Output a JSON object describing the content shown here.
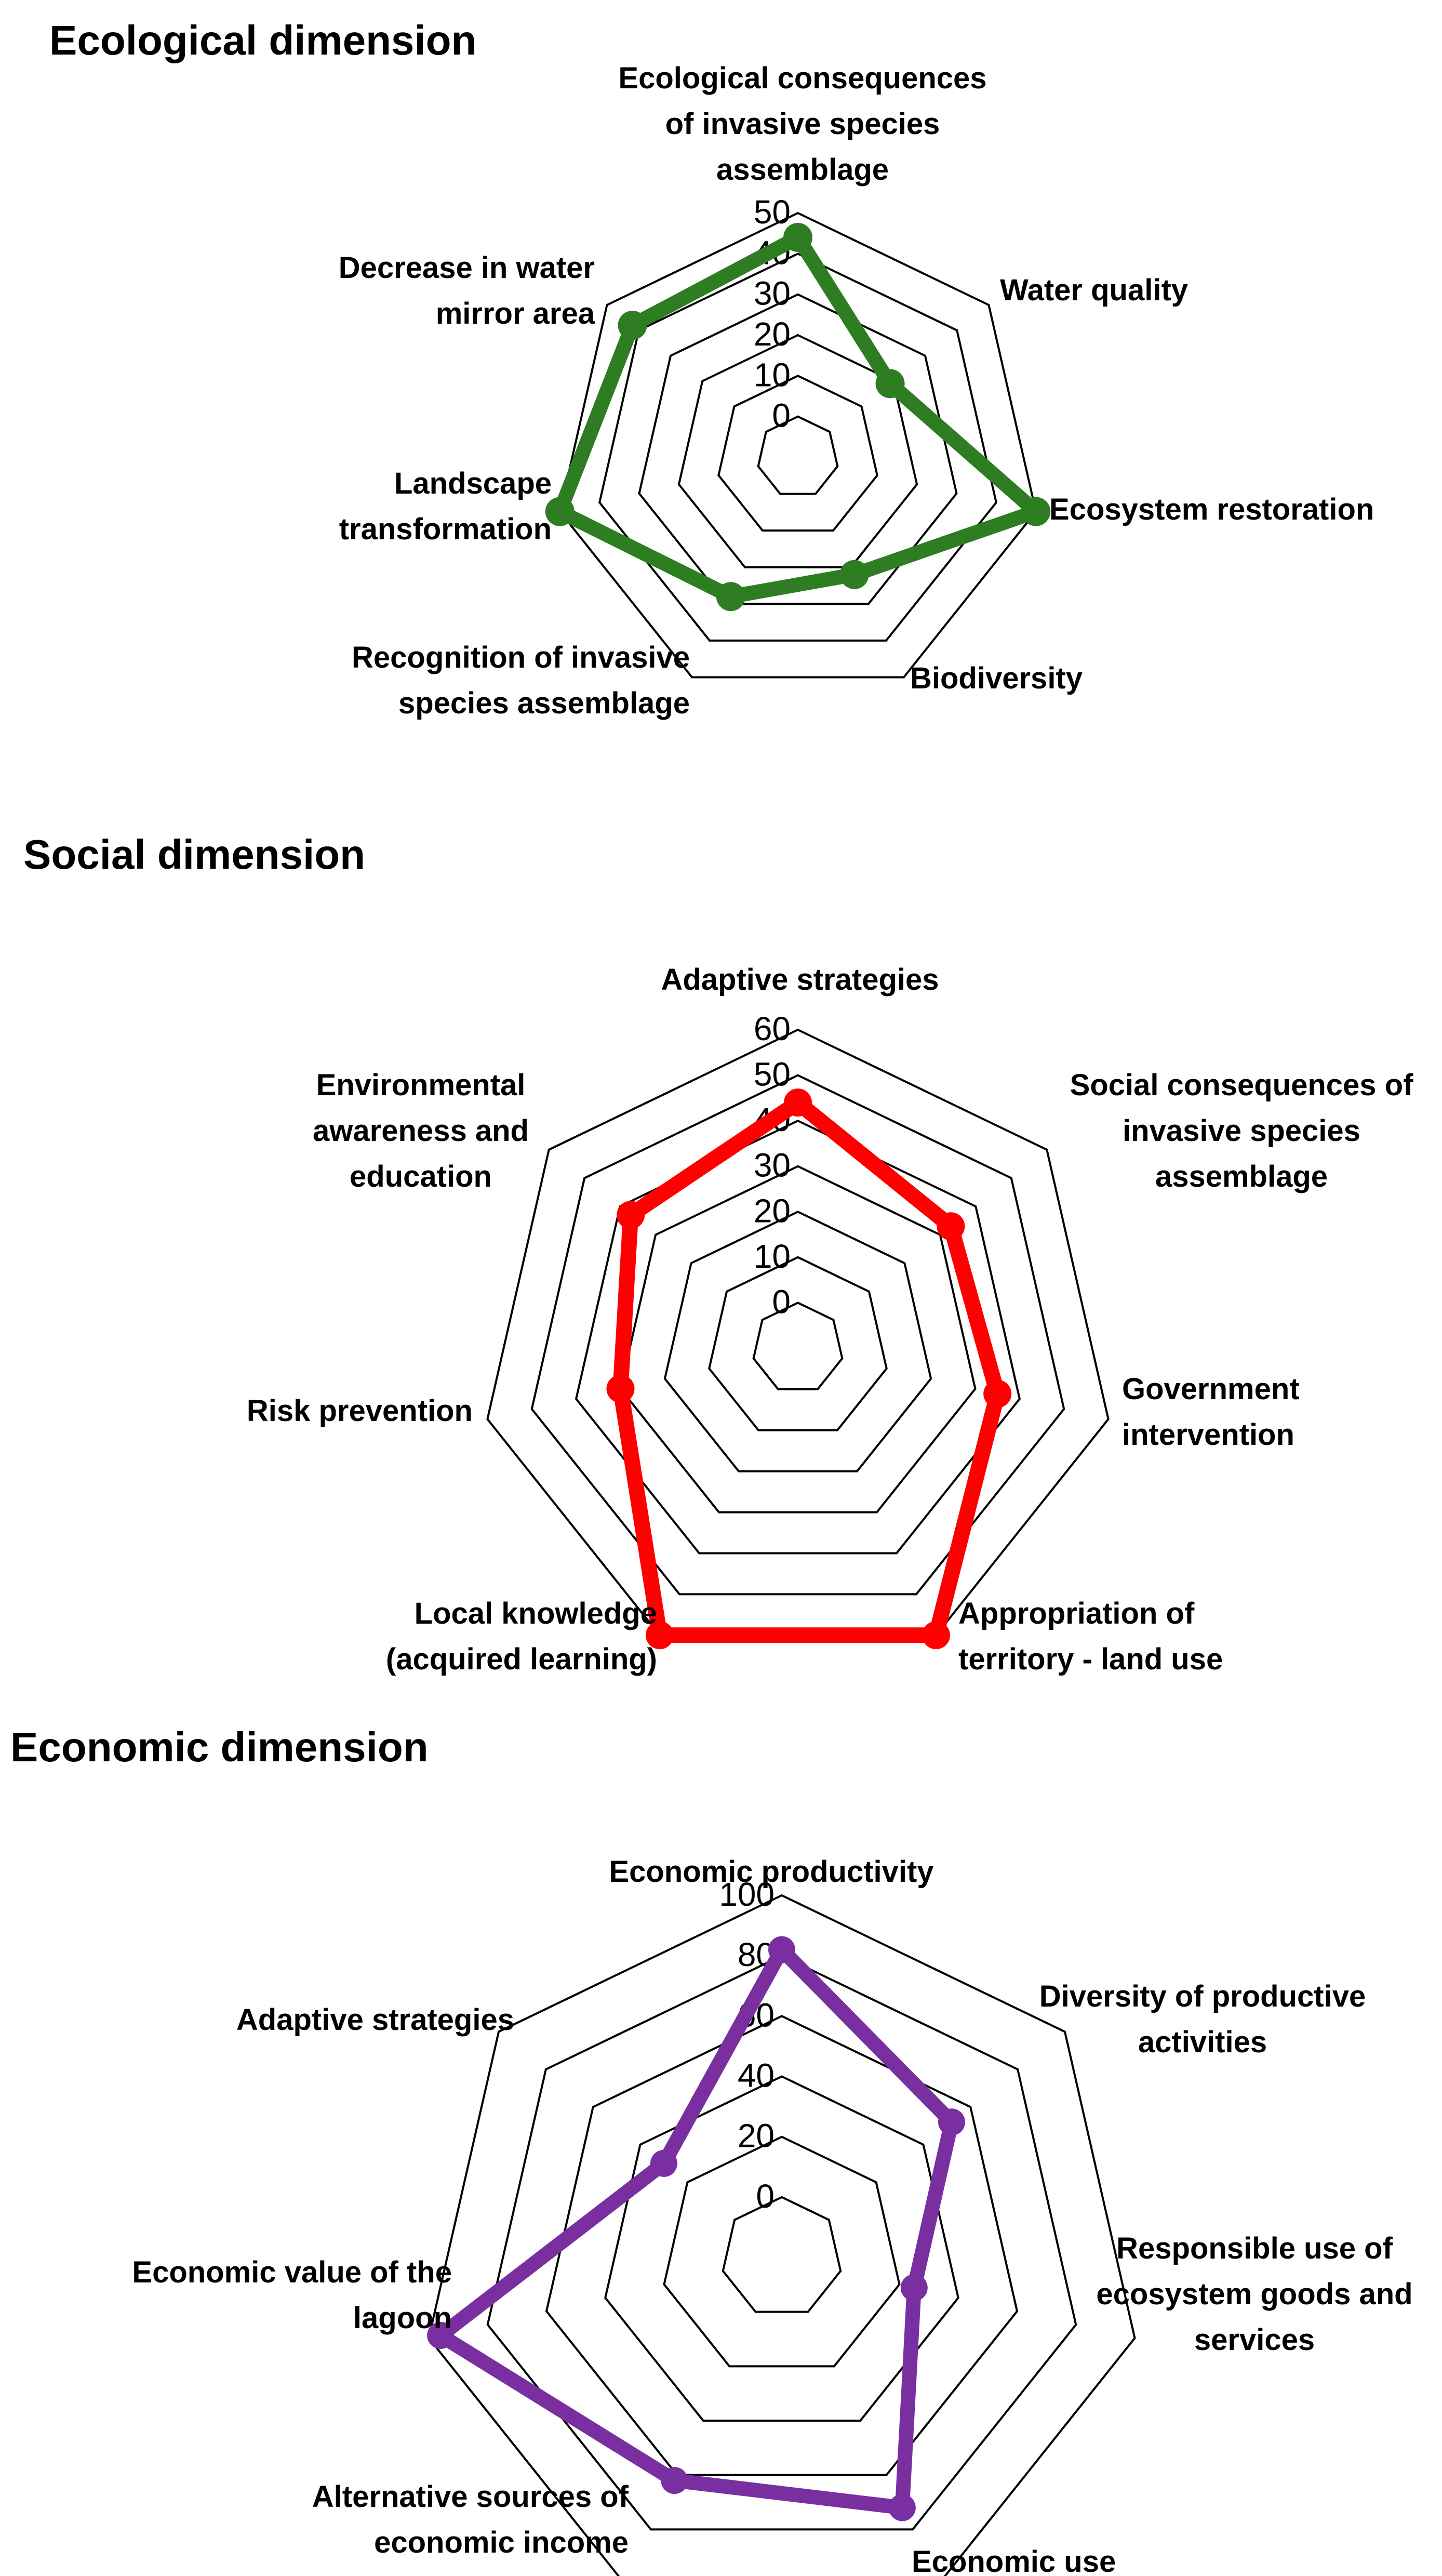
{
  "chart_data": [
    {
      "type": "radar",
      "title": "Ecological dimension",
      "axes": [
        [
          "Ecological consequences",
          "of invasive species",
          "assemblage"
        ],
        [
          "Water quality"
        ],
        [
          "Ecosystem restoration"
        ],
        [
          "Biodiversity"
        ],
        [
          "Recognition of invasive",
          "species assemblage"
        ],
        [
          "Landscape",
          "transformation"
        ],
        [
          "Decrease in water",
          "mirror area"
        ]
      ],
      "ticks": [
        "0",
        "10",
        "20",
        "30",
        "40",
        "50"
      ],
      "rmax": 50,
      "rmin": -10,
      "values": [
        44,
        19,
        50,
        22,
        28,
        50,
        42
      ],
      "color": "#2e7d23",
      "grid": true
    },
    {
      "type": "radar",
      "title": "Social dimension",
      "axes": [
        [
          "Adaptive strategies"
        ],
        [
          "Social consequences of",
          "invasive species",
          "assemblage"
        ],
        [
          "Government",
          "intervention"
        ],
        [
          "Appropriation of",
          "territory - land use"
        ],
        [
          "Local knowledge",
          "(acquired learning)"
        ],
        [
          "Risk prevention"
        ],
        [
          "Environmental",
          "awareness and",
          "education"
        ]
      ],
      "ticks": [
        "0",
        "10",
        "20",
        "30",
        "40",
        "50",
        "60"
      ],
      "rmax": 60,
      "rmin": -10,
      "values": [
        44,
        33,
        35,
        60,
        60,
        30,
        37
      ],
      "color": "#ff0000",
      "grid": true
    },
    {
      "type": "radar",
      "title": "Economic dimension",
      "axes": [
        [
          "Economic productivity"
        ],
        [
          "Diversity of productive",
          "activities"
        ],
        [
          "Responsible use of",
          "ecosystem goods and",
          "services"
        ],
        [
          "Economic use"
        ],
        [
          "Alternative sources of",
          "economic income"
        ],
        [
          "Economic value of the",
          "lagoon"
        ],
        [
          "Adaptive strategies"
        ]
      ],
      "ticks": [
        "0",
        "20",
        "40",
        "60",
        "80",
        "100"
      ],
      "rmax": 100,
      "rmin": -20,
      "values": [
        82,
        52,
        25,
        72,
        62,
        96,
        30
      ],
      "color": "#7a2fa0",
      "grid": true
    }
  ]
}
